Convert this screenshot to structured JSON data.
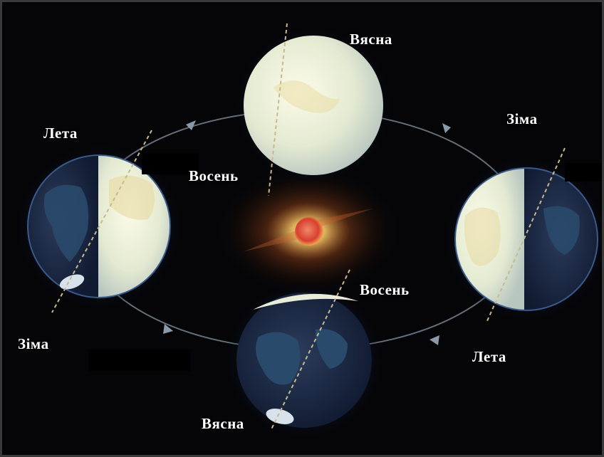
{
  "labels": {
    "top_spring": "Вясна",
    "top_autumn": "Восень",
    "left_summer": "Лета",
    "left_winter": "Зіма",
    "right_winter": "Зіма",
    "right_summer": "Лета",
    "bottom_autumn": "Восень",
    "bottom_spring": "Вясна"
  },
  "colors": {
    "background": "#050508",
    "orbit": "#7a8a99",
    "sun_core": "#e8503a",
    "day_side": "#e8ecd6",
    "night_side": "#1c2a44",
    "label_text": "#ffffff"
  }
}
